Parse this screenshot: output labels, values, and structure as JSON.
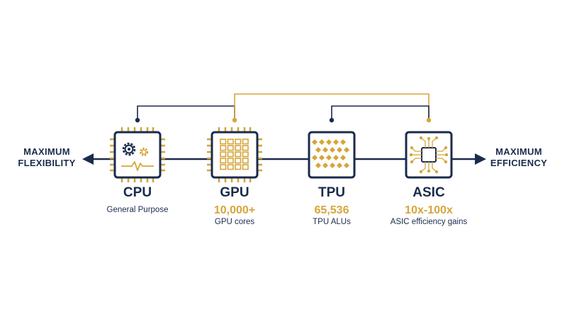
{
  "colors": {
    "navy": "#1a2b4c",
    "gold": "#d6a53a",
    "white": "#ffffff"
  },
  "left_label": {
    "line1": "MAXIMUM",
    "line2": "FLEXIBILITY"
  },
  "right_label": {
    "line1": "MAXIMUM",
    "line2": "EFFICIENCY"
  },
  "chips": [
    {
      "name": "CPU",
      "metric": "",
      "description": "General Purpose",
      "icon": "gear-waveform-icon"
    },
    {
      "name": "GPU",
      "metric": "10,000+",
      "description": "GPU cores",
      "icon": "grid-cores-icon"
    },
    {
      "name": "TPU",
      "metric": "65,536",
      "description": "TPU ALUs",
      "icon": "diamond-array-icon"
    },
    {
      "name": "ASIC",
      "metric": "10x-100x",
      "description": "ASIC efficiency gains",
      "icon": "circuit-board-icon"
    }
  ]
}
